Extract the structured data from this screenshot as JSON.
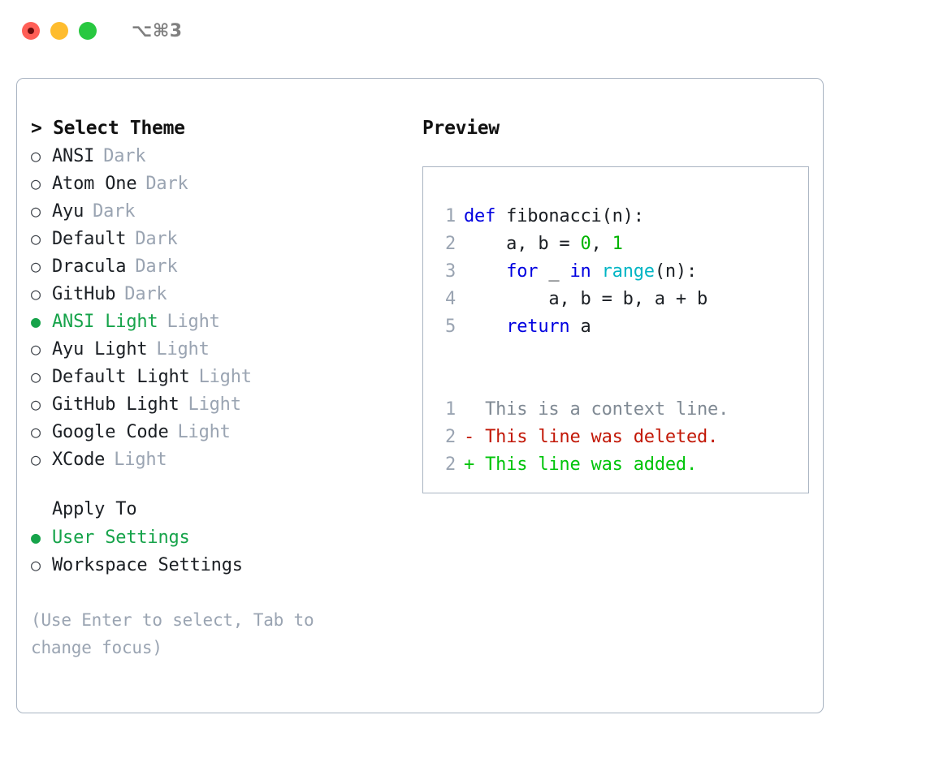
{
  "titlebar": {
    "shortcut": "⌥⌘3",
    "lights": [
      {
        "name": "close",
        "color": "#ff5f57"
      },
      {
        "name": "minimize",
        "color": "#febc2e"
      },
      {
        "name": "maximize",
        "color": "#28c840"
      }
    ]
  },
  "left": {
    "section_title": "> Select Theme",
    "glyph_selected": "●",
    "glyph_unselected": "○",
    "accent_color": "#16a34a",
    "themes": [
      {
        "name": "ANSI",
        "kind": "Dark",
        "selected": false
      },
      {
        "name": "Atom One",
        "kind": "Dark",
        "selected": false
      },
      {
        "name": "Ayu",
        "kind": "Dark",
        "selected": false
      },
      {
        "name": "Default",
        "kind": "Dark",
        "selected": false
      },
      {
        "name": "Dracula",
        "kind": "Dark",
        "selected": false
      },
      {
        "name": "GitHub",
        "kind": "Dark",
        "selected": false
      },
      {
        "name": "ANSI Light",
        "kind": "Light",
        "selected": true
      },
      {
        "name": "Ayu Light",
        "kind": "Light",
        "selected": false
      },
      {
        "name": "Default Light",
        "kind": "Light",
        "selected": false
      },
      {
        "name": "GitHub Light",
        "kind": "Light",
        "selected": false
      },
      {
        "name": "Google Code",
        "kind": "Light",
        "selected": false
      },
      {
        "name": "XCode",
        "kind": "Light",
        "selected": false
      }
    ],
    "apply_to": {
      "header": "Apply To",
      "options": [
        {
          "label": "User Settings",
          "selected": true
        },
        {
          "label": "Workspace Settings",
          "selected": false
        }
      ]
    },
    "hint": "(Use Enter to select, Tab to change focus)"
  },
  "right": {
    "title": "Preview",
    "code_lines": [
      {
        "no": "1",
        "tokens": [
          {
            "t": "def",
            "c": "kw"
          },
          {
            "t": " fibonacci(n):",
            "c": "plain"
          }
        ]
      },
      {
        "no": "2",
        "tokens": [
          {
            "t": "    a, b = ",
            "c": "plain"
          },
          {
            "t": "0",
            "c": "num"
          },
          {
            "t": ", ",
            "c": "plain"
          },
          {
            "t": "1",
            "c": "num"
          }
        ]
      },
      {
        "no": "3",
        "tokens": [
          {
            "t": "    ",
            "c": "plain"
          },
          {
            "t": "for",
            "c": "kw"
          },
          {
            "t": " _ ",
            "c": "plain"
          },
          {
            "t": "in",
            "c": "kw"
          },
          {
            "t": " ",
            "c": "plain"
          },
          {
            "t": "range",
            "c": "builtin"
          },
          {
            "t": "(n):",
            "c": "plain"
          }
        ]
      },
      {
        "no": "4",
        "tokens": [
          {
            "t": "        a, b = b, a + b",
            "c": "plain"
          }
        ]
      },
      {
        "no": "5",
        "tokens": [
          {
            "t": "    ",
            "c": "plain"
          },
          {
            "t": "return",
            "c": "kw"
          },
          {
            "t": " a",
            "c": "plain"
          }
        ]
      }
    ],
    "diff_lines": [
      {
        "no": "1",
        "marker": "  ",
        "text": "This is a context line.",
        "kind": "ctx"
      },
      {
        "no": "2",
        "marker": "- ",
        "text": "This line was deleted.",
        "kind": "del"
      },
      {
        "no": "2",
        "marker": "+ ",
        "text": "This line was added.",
        "kind": "add"
      }
    ]
  }
}
